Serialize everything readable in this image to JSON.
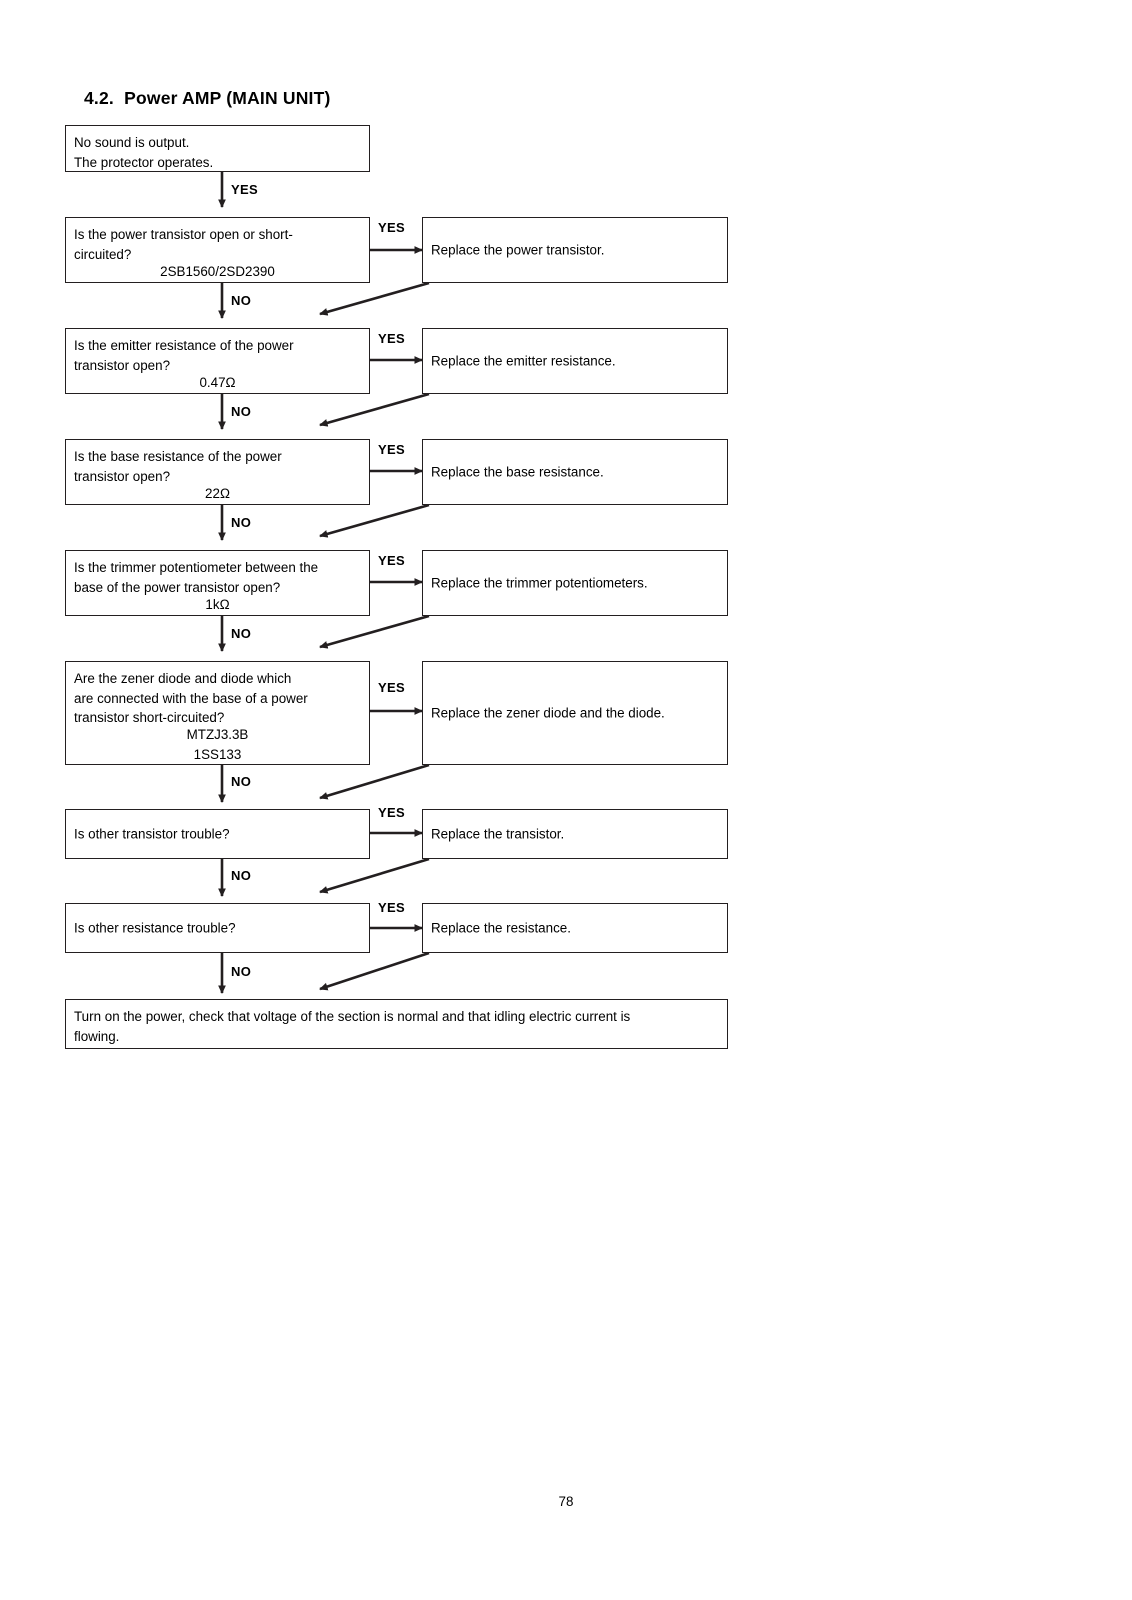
{
  "document": {
    "section_number": "4.2.",
    "section_title": "Power AMP (MAIN UNIT)",
    "heading": "4.2.  Power AMP (MAIN UNIT)",
    "page_number": "78"
  },
  "flowchart": {
    "type": "troubleshooting-flowchart",
    "start": {
      "label": "No sound is output.\nThe protector operates."
    },
    "steps": [
      {
        "id": "power-transistor",
        "question": "Is the power transistor open or short-\ncircuited?",
        "part": "2SB1560/2SD2390",
        "yes_label": "YES",
        "no_label": "NO",
        "action": "Replace the power transistor."
      },
      {
        "id": "emitter-resistance",
        "question": "Is the emitter resistance of the power\ntransistor open?",
        "part": "0.47Ω",
        "yes_label": "YES",
        "no_label": "NO",
        "action": "Replace the emitter resistance."
      },
      {
        "id": "base-resistance",
        "question": "Is the base resistance of the power\ntransistor open?",
        "part": "22Ω",
        "yes_label": "YES",
        "no_label": "NO",
        "action": "Replace the base resistance."
      },
      {
        "id": "trimmer-potentiometer",
        "question": "Is the trimmer potentiometer between the\nbase of the power transistor open?",
        "part": "1kΩ",
        "yes_label": "YES",
        "no_label": "NO",
        "action": "Replace the trimmer potentiometers."
      },
      {
        "id": "zener-diode",
        "question": "Are the zener diode and diode which\nare connected with the base of a power\ntransistor short-circuited?",
        "part": "MTZJ3.3B\n1SS133",
        "yes_label": "YES",
        "no_label": "NO",
        "action": "Replace the zener diode and the diode."
      },
      {
        "id": "other-transistor",
        "question": "Is other transistor trouble?",
        "part": "",
        "yes_label": "YES",
        "no_label": "NO",
        "action": "Replace the transistor."
      },
      {
        "id": "other-resistance",
        "question": "Is other resistance trouble?",
        "part": "",
        "yes_label": "YES",
        "no_label": "NO",
        "action": "Replace the resistance."
      }
    ],
    "entry_label": "YES",
    "end": {
      "label": "Turn on the power, check that voltage of the section is normal and that idling electric current is\nflowing."
    }
  }
}
